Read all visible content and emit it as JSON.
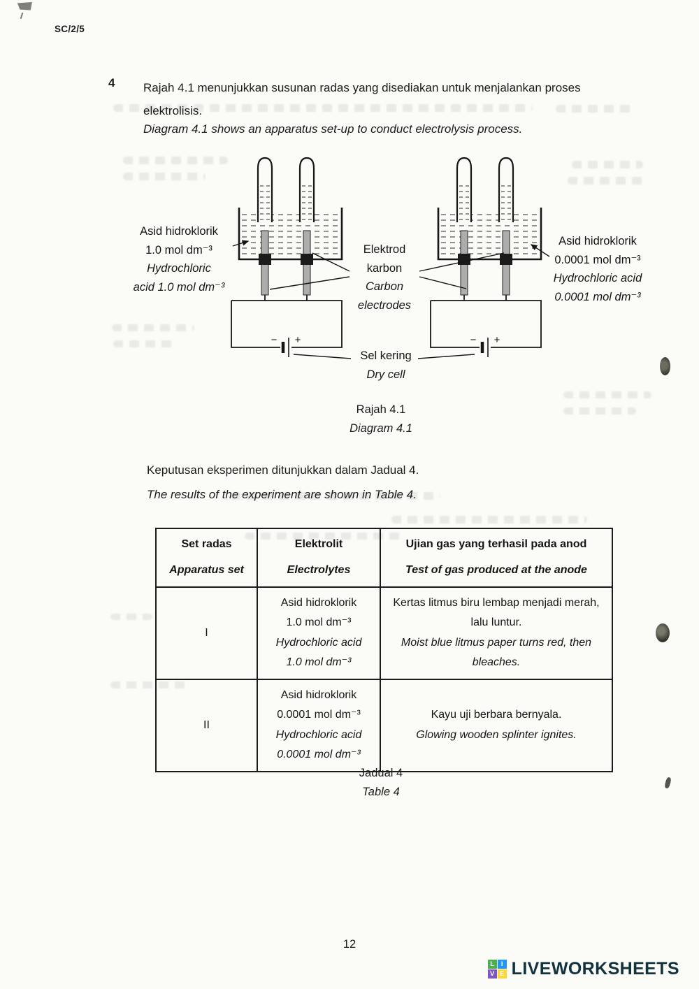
{
  "doc": {
    "code": "SC/2/5",
    "question": {
      "number": "4",
      "text_ms": "Rajah 4.1 menunjukkan susunan radas yang disediakan untuk menjalankan proses elektrolisis.",
      "text_en": "Diagram 4.1 shows an apparatus set-up to conduct electrolysis process."
    }
  },
  "diagram": {
    "left_label": {
      "lines": [
        "Asid hidroklorik",
        "1.0 mol dm⁻³",
        "Hydrochloric",
        "acid 1.0 mol dm⁻³"
      ]
    },
    "electrode_label": {
      "lines": [
        "Elektrod",
        "karbon",
        "Carbon",
        "electrodes"
      ]
    },
    "right_label": {
      "lines": [
        "Asid hidroklorik",
        "0.0001 mol dm⁻³",
        "Hydrochloric acid",
        "0.0001 mol dm⁻³"
      ]
    },
    "dry_cell_label": {
      "lines": [
        "Sel kering",
        "Dry cell"
      ]
    },
    "battery": {
      "minus": "−",
      "plus": "+"
    },
    "caption_ms": "Rajah 4.1",
    "caption_en": "Diagram 4.1"
  },
  "results_intro": {
    "ms": "Keputusan eksperimen ditunjukkan dalam Jadual 4.",
    "en": "The results of the experiment are shown in Table 4."
  },
  "table": {
    "headers": [
      {
        "ms": "Set radas",
        "en": "Apparatus set"
      },
      {
        "ms": "Elektrolit",
        "en": "Electrolytes"
      },
      {
        "ms": "Ujian gas yang terhasil pada anod",
        "en": "Test of gas produced at the anode"
      }
    ],
    "rows": [
      {
        "set": "I",
        "electrolyte": [
          "Asid hidroklorik",
          "1.0 mol dm⁻³",
          "Hydrochloric acid",
          "1.0 mol dm⁻³"
        ],
        "test_ms": "Kertas litmus biru lembap menjadi merah, lalu luntur.",
        "test_en": "Moist blue litmus paper turns red, then bleaches."
      },
      {
        "set": "II",
        "electrolyte": [
          "Asid hidroklorik",
          "0.0001 mol dm⁻³",
          "Hydrochloric acid",
          "0.0001 mol dm⁻³"
        ],
        "test_ms": "Kayu uji berbara bernyala.",
        "test_en": "Glowing wooden splinter ignites."
      }
    ],
    "caption_ms": "Jadual 4",
    "caption_en": "Table 4"
  },
  "footer": {
    "page_number": "12",
    "brand": "LIVEWORKSHEETS",
    "brand_color": "#12333e",
    "logo_tiles": [
      {
        "letter": "L",
        "color": "#4caf50"
      },
      {
        "letter": "I",
        "color": "#2196f3"
      },
      {
        "letter": "V",
        "color": "#7e57c2"
      },
      {
        "letter": "E",
        "color": "#fdd835"
      }
    ]
  }
}
